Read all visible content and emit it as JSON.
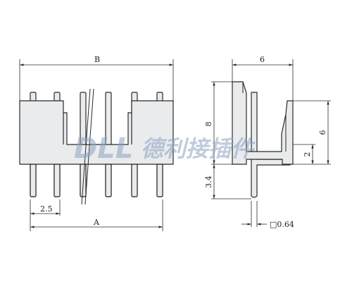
{
  "front_view": {
    "dim_b": "B",
    "dim_a": "A",
    "dim_pitch": "2.5"
  },
  "side_view": {
    "dim_width": "6",
    "dim_height_8": "8",
    "dim_height_6": "6",
    "dim_2": "2",
    "dim_3_4": "3.4",
    "dim_pin": "□0.64"
  },
  "watermark": {
    "brand": "DLL",
    "chinese": "德利接插件"
  },
  "colors": {
    "line": "#2a2a2a",
    "fill": "#e9ebed",
    "watermark": "#8ea3c2"
  }
}
